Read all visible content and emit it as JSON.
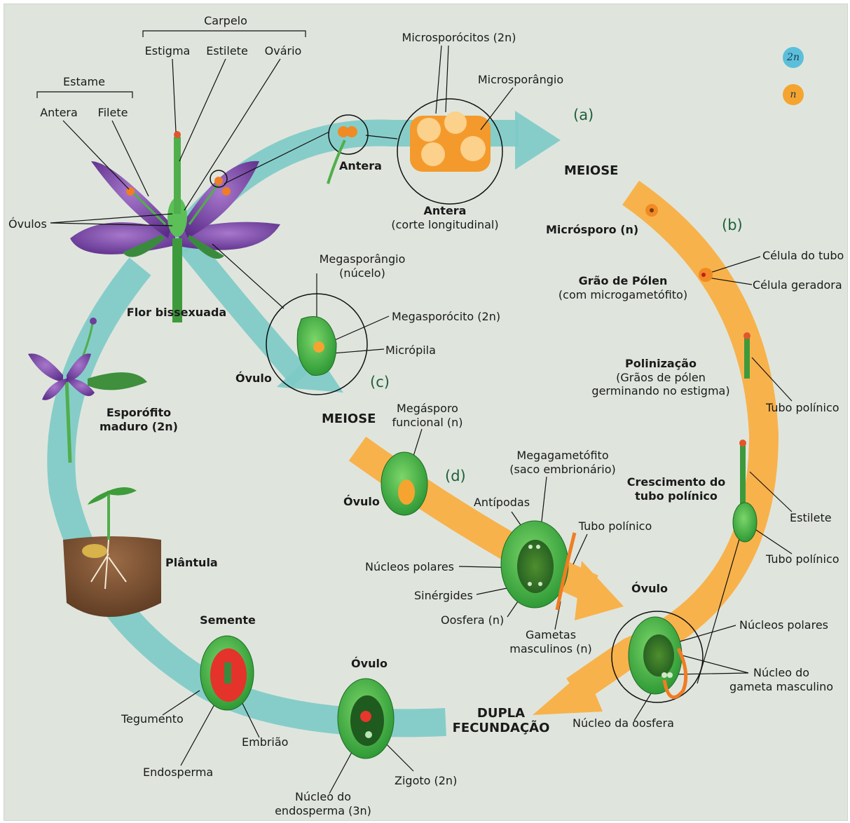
{
  "legend": {
    "diploid": "2n",
    "haploid": "n",
    "colors": {
      "diploid": "#5bbfdb",
      "haploid": "#f5a430",
      "sporophyte_arrow": "#7ccac6",
      "gametophyte_arrow": "#f8b24b"
    }
  },
  "stages": {
    "a": "(a)",
    "b": "(b)",
    "c": "(c)",
    "d": "(d)"
  },
  "phases": {
    "meiose_top": "MEIOSE",
    "meiose_mid": "MEIOSE",
    "dupla_1": "DUPLA",
    "dupla_2": "FECUNDAÇÃO"
  },
  "flower": {
    "carpelo": "Carpelo",
    "estigma": "Estigma",
    "estilete": "Estilete",
    "ovario": "Ovário",
    "estame": "Estame",
    "antera": "Antera",
    "filete": "Filete",
    "ovulos": "Óvulos",
    "caption": "Flor bissexuada"
  },
  "anther": {
    "small": "Antera",
    "microsporocitos": "Microsporócitos (2n)",
    "microsporangio": "Microsporângio",
    "section_1": "Antera",
    "section_2": "(corte longitudinal)"
  },
  "male": {
    "microsporo": "Micrósporo (n)",
    "grao_1": "Grão de Pólen",
    "grao_2": "(com microgametófito)",
    "celula_tubo": "Célula do tubo",
    "celula_geradora": "Célula geradora",
    "poliniz_1": "Polinização",
    "poliniz_2": "(Grãos de pólen",
    "poliniz_3": "germinando no estigma)",
    "tubo_polinico_1": "Tubo polínico",
    "cresc_1": "Crescimento do",
    "cresc_2": "tubo polínico",
    "estilete": "Estilete",
    "tubo_polinico_2": "Tubo polínico"
  },
  "ovule_top": {
    "megasporangio_1": "Megasporângio",
    "megasporangio_2": "(núcelo)",
    "megasporocito": "Megasporócito (2n)",
    "micropila": "Micrópila",
    "ovulo": "Óvulo"
  },
  "female": {
    "megasporo_1": "Megásporo",
    "megasporo_2": "funcional (n)",
    "ovulo": "Óvulo",
    "megagametofito_1": "Megagametófito",
    "megagametofito_2": "(saco embrionário)",
    "antipodas": "Antípodas",
    "nucleos_polares": "Núcleos polares",
    "sinergides": "Sinérgides",
    "oosfera": "Oosfera (n)",
    "tubo_polinico": "Tubo polínico",
    "gametas_1": "Gametas",
    "gametas_2": "masculinos (n)"
  },
  "fertilization": {
    "ovulo": "Óvulo",
    "nucleos_polares": "Núcleos polares",
    "nucleo_gameta_1": "Núcleo do",
    "nucleo_gameta_2": "gameta masculino",
    "nucleo_oosfera": "Núcleo da oosfera"
  },
  "seed": {
    "ovulo": "Óvulo",
    "zigoto": "Zigoto (2n)",
    "nucleo_endo_1": "Núcleo do",
    "nucleo_endo_2": "endosperma (3n)",
    "semente": "Semente",
    "tegumento": "Tegumento",
    "embriao": "Embrião",
    "endosperma": "Endosperma"
  },
  "sporophyte": {
    "plantula": "Plântula",
    "esporofito_1": "Esporófito",
    "esporofito_2": "maduro (2n)"
  }
}
